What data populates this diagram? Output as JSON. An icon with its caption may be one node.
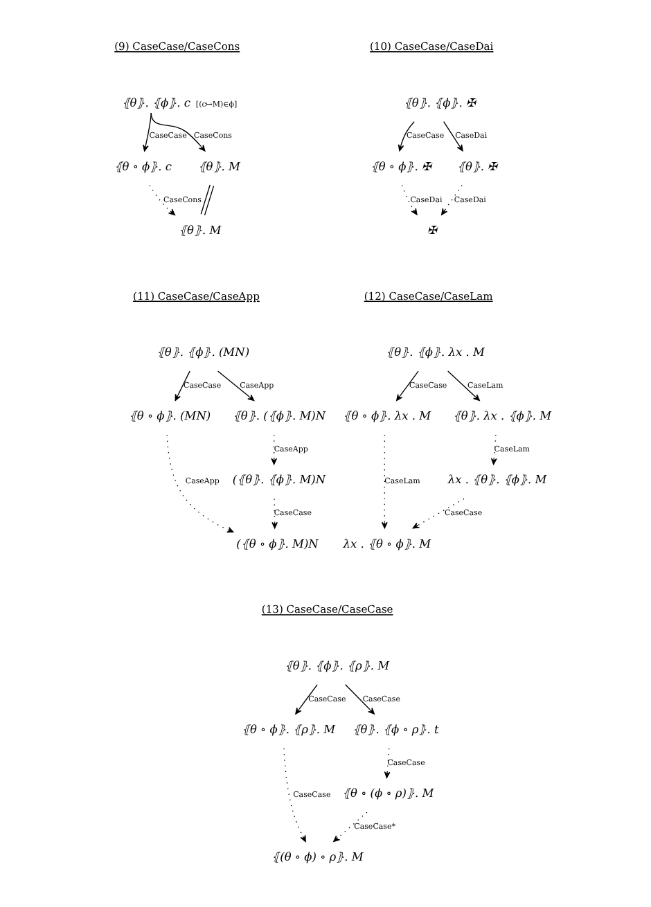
{
  "diagram": {
    "nodes": [
      {
        "text": [
          "⦃θ⦄. ⦃ϕ⦄. c"
        ],
        "beside": [
          "[(c↦M)∈ϕ]"
        ]
      },
      {
        "text": [
          "⦃θ ∘ ϕ⦄. c"
        ]
      },
      {
        "text": [
          "⦃θ⦄. M"
        ]
      },
      {
        "text": [
          "⦃θ⦄. M"
        ]
      },
      {
        "text": [
          "⦃θ⦄. ⦃ϕ⦄. ✠"
        ]
      },
      {
        "text": [
          "⦃θ ∘ ϕ⦄. ✠"
        ]
      },
      {
        "text": [
          "⦃θ⦄. ✠"
        ]
      },
      {
        "text": [
          "✠"
        ]
      },
      {
        "text": [
          "⦃θ⦄. ⦃ϕ⦄. (MN)"
        ]
      },
      {
        "text": [
          "⦃θ ∘ ϕ⦄. (MN)"
        ]
      },
      {
        "text": [
          "⦃θ⦄. (⦃ϕ⦄. M)N"
        ]
      },
      {
        "text": [
          "(⦃θ⦄. ⦃ϕ⦄. M)N"
        ]
      },
      {
        "text": [
          "(⦃θ ∘ ϕ⦄. M)N"
        ]
      },
      {
        "text": [
          "⦃θ⦄. ⦃ϕ⦄. λx . M"
        ]
      },
      {
        "text": [
          "⦃θ ∘ ϕ⦄. λx . M"
        ]
      },
      {
        "text": [
          "⦃θ⦄. λx . ⦃ϕ⦄. M"
        ]
      },
      {
        "text": [
          "λx . ⦃θ⦄. ⦃ϕ⦄. M"
        ]
      },
      {
        "text": [
          "λx . ⦃θ ∘ ϕ⦄. M"
        ]
      },
      {
        "text": [
          "⦃θ⦄. ⦃ϕ⦄. ⦃ρ⦄. M"
        ]
      },
      {
        "text": [
          "⦃θ ∘ ϕ⦄. ⦃ρ⦄. M"
        ]
      },
      {
        "text": [
          "⦃θ⦄. ⦃ϕ ∘ ρ⦄. t"
        ]
      },
      {
        "text": [
          "⦃θ ∘ (ϕ ∘ ρ)⦄. M"
        ]
      },
      {
        "text": [
          "⦃(θ ∘ ϕ) ∘ ρ⦄. M"
        ]
      }
    ],
    "edges": [
      {
        "from": 0,
        "to": 1,
        "arrow": "to",
        "label": "CaseCase"
      },
      {
        "from": 0,
        "to": 2,
        "arrow": "to",
        "label": "CaseCons"
      },
      {
        "from": 1,
        "to": 3,
        "arrow": "to",
        "label": "CaseCons",
        "style": "dashed"
      },
      {
        "from": 2,
        "to": 3,
        "arrow": "none"
      },
      {
        "from": 4,
        "to": 5,
        "arrow": "to",
        "label": "CaseCase"
      },
      {
        "from": 4,
        "to": 6,
        "arrow": "to",
        "label": "CaseDai"
      },
      {
        "from": 5,
        "to": 7,
        "arrow": "to",
        "label": "CaseDai",
        "style": "dashed"
      },
      {
        "from": 6,
        "to": 7,
        "arrow": "to",
        "label": "CaseDai",
        "style": "dashed"
      },
      {
        "from": 8,
        "to": 9,
        "arrow": "to",
        "label": "CaseCase"
      },
      {
        "from": 8,
        "to": 10,
        "arrow": "to",
        "label": "CaseApp"
      },
      {
        "from": 10,
        "to": 11,
        "arrow": "to",
        "label": "CaseApp",
        "style": "dashed"
      },
      {
        "from": 9,
        "to": 12,
        "arrow": "to",
        "label": "CaseApp",
        "style": "dashed"
      },
      {
        "from": 11,
        "to": 12,
        "arrow": "to",
        "label": "CaseCase",
        "style": "dashed"
      },
      {
        "from": 13,
        "to": 14,
        "arrow": "to",
        "label": "CaseCase"
      },
      {
        "from": 13,
        "to": 15,
        "arrow": "to",
        "label": "CaseLam"
      },
      {
        "from": 15,
        "to": 16,
        "arrow": "to",
        "label": "CaseLam",
        "style": "dashed"
      },
      {
        "from": 14,
        "to": 17,
        "arrow": "to",
        "label": "CaseLam",
        "style": "dashed"
      },
      {
        "from": 16,
        "to": 17,
        "arrow": "to",
        "label": "CaseCase",
        "style": "dashed"
      },
      {
        "from": 18,
        "to": 19,
        "arrow": "to",
        "label": "CaseCase"
      },
      {
        "from": 18,
        "to": 20,
        "arrow": "to",
        "label": "CaseCase"
      },
      {
        "from": 20,
        "to": 21,
        "arrow": "to",
        "label": "CaseCase",
        "style": "dashed"
      },
      {
        "from": 19,
        "to": 22,
        "arrow": "to",
        "label": "CaseCase",
        "style": "dashed"
      },
      {
        "from": 21,
        "to": 22,
        "arrow": "to",
        "label": "CaseCase*",
        "style": "dashed"
      }
    ],
    "labels": [
      "(9) CaseCase/CaseCons",
      "(10) CaseCase/CaseDai",
      "(11) CaseCase/CaseApp",
      "(12) CaseCase/CaseLam",
      "(13) CaseCase/CaseCase"
    ]
  }
}
